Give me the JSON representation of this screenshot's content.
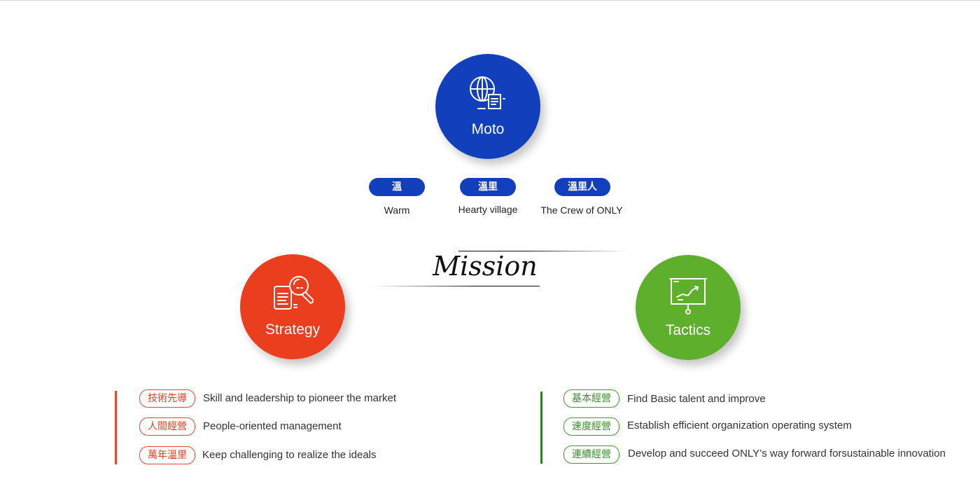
{
  "moto": {
    "label": "Moto",
    "icon": "globe-document-icon",
    "color": "#1240bd",
    "values": [
      {
        "tag": "溫",
        "caption": "Warm"
      },
      {
        "tag": "溫里",
        "caption": "Hearty village"
      },
      {
        "tag": "溫里人",
        "caption": "The Crew of ONLY"
      }
    ]
  },
  "mission": {
    "title": "Mission"
  },
  "strategy": {
    "label": "Strategy",
    "icon": "document-search-icon",
    "color": "#ea3e1e",
    "items": [
      {
        "tag": "技術先導",
        "text": "Skill and leadership to pioneer the market"
      },
      {
        "tag": "人間經營",
        "text": "People-oriented management"
      },
      {
        "tag": "萬年溫里",
        "text": "Keep challenging to realize the ideals"
      }
    ]
  },
  "tactics": {
    "label": "Tactics",
    "icon": "presentation-board-icon",
    "color": "#5daf2c",
    "items": [
      {
        "tag": "基本經營",
        "text": "Find Basic talent and improve"
      },
      {
        "tag": "速度經營",
        "text": "Establish efficient organization operating system"
      },
      {
        "tag": "連續經營",
        "text": "Develop and succeed ONLY’s way forward forsustainable innovation"
      }
    ]
  }
}
